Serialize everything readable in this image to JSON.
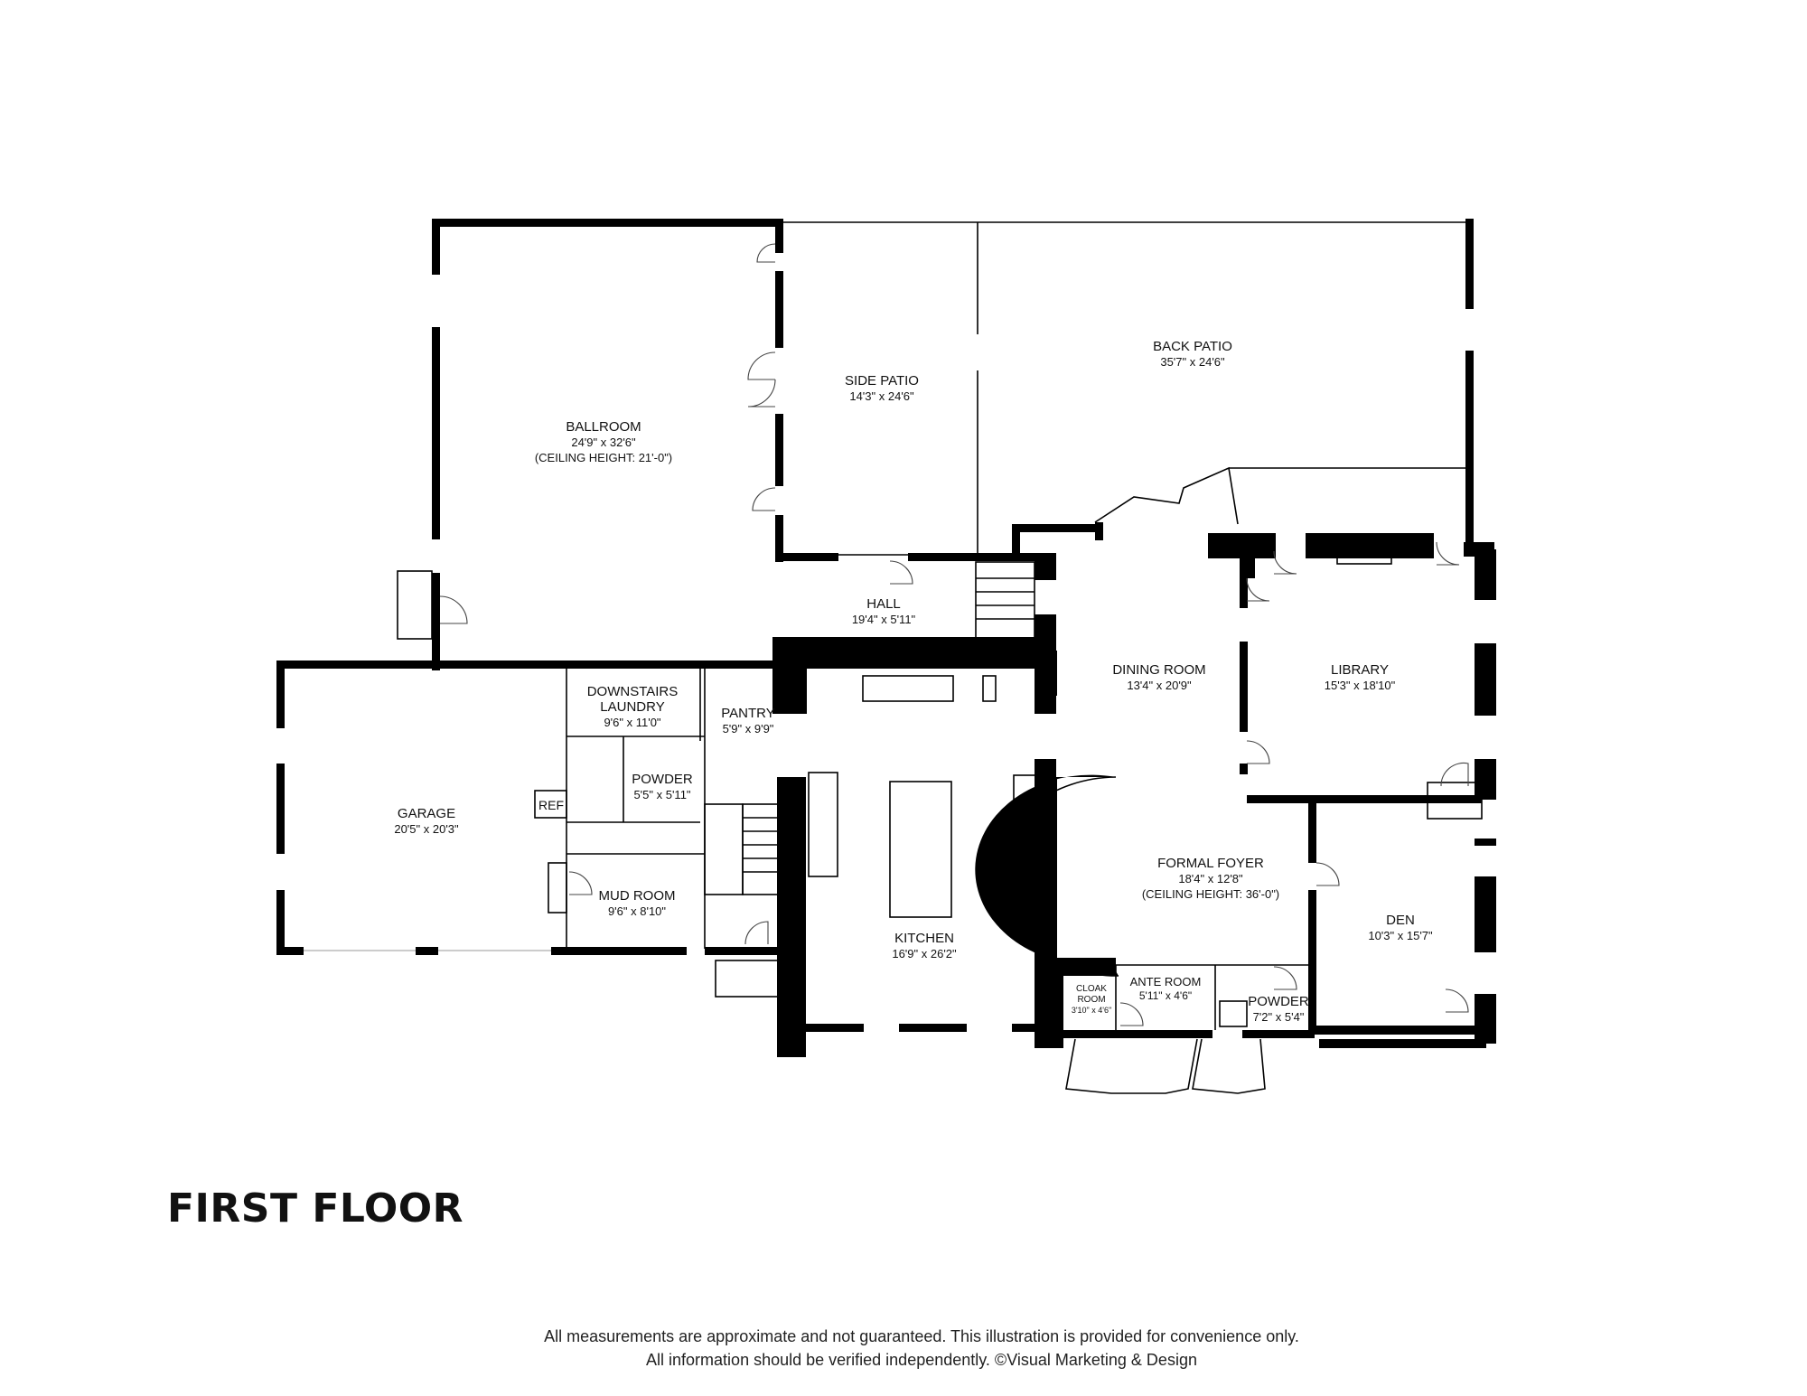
{
  "floor_title": "FIRST FLOOR",
  "disclaimer": {
    "line1": "All measurements are approximate and not guaranteed. This illustration is provided for convenience only.",
    "line2": "All information should be verified independently. ©Visual Marketing & Design"
  },
  "rooms": {
    "ballroom": {
      "name": "BALLROOM",
      "dims": "24'9\" x 32'6\"",
      "note": "(CEILING HEIGHT: 21'-0\")"
    },
    "side_patio": {
      "name": "SIDE PATIO",
      "dims": "14'3\" x 24'6\""
    },
    "back_patio": {
      "name": "BACK PATIO",
      "dims": "35'7\" x 24'6\""
    },
    "hall": {
      "name": "HALL",
      "dims": "19'4\" x 5'11\""
    },
    "dining_room": {
      "name": "DINING ROOM",
      "dims": "13'4\" x 20'9\""
    },
    "library": {
      "name": "LIBRARY",
      "dims": "15'3\" x 18'10\""
    },
    "downstairs_laundry": {
      "name_line1": "DOWNSTAIRS",
      "name_line2": "LAUNDRY",
      "dims": "9'6\" x 11'0\""
    },
    "pantry": {
      "name": "PANTRY",
      "dims": "5'9\" x 9'9\""
    },
    "garage": {
      "name": "GARAGE",
      "dims": "20'5\" x 20'3\""
    },
    "powder_1": {
      "name": "POWDER",
      "dims": "5'5\" x 5'11\""
    },
    "mud_room": {
      "name": "MUD ROOM",
      "dims": "9'6\" x 8'10\""
    },
    "kitchen": {
      "name": "KITCHEN",
      "dims": "16'9\" x 26'2\""
    },
    "formal_foyer": {
      "name": "FORMAL FOYER",
      "dims": "18'4\" x 12'8\"",
      "note": "(CEILING HEIGHT: 36'-0\")"
    },
    "den": {
      "name": "DEN",
      "dims": "10'3\" x 15'7\""
    },
    "cloak_room": {
      "name_line1": "CLOAK",
      "name_line2": "ROOM",
      "dims": "3'10\" x 4'6\""
    },
    "ante_room": {
      "name": "ANTE ROOM",
      "dims": "5'11\" x 4'6\""
    },
    "powder_2": {
      "name": "POWDER",
      "dims": "7'2\" x 5'4\""
    }
  },
  "fixtures": {
    "ref": "REF"
  }
}
